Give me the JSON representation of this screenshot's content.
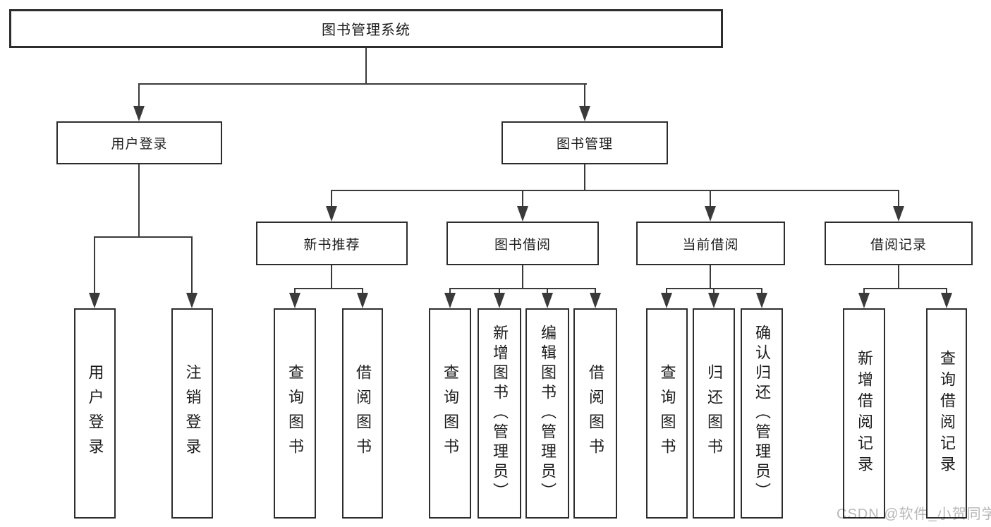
{
  "diagram_title": "图书管理系统",
  "nodes": {
    "root": "图书管理系统",
    "user_login": "用户登录",
    "book_management": "图书管理",
    "new_book_recommend": "新书推荐",
    "book_borrow": "图书借阅",
    "current_borrow": "当前借阅",
    "borrow_record": "借阅记录"
  },
  "leaves": {
    "user_login": [
      "用户登录",
      "注销登录"
    ],
    "new_book_recommend": [
      "查询图书",
      "借阅图书"
    ],
    "book_borrow": [
      "查询图书",
      "新增图书（管理员）",
      "编辑图书（管理员）",
      "借阅图书"
    ],
    "current_borrow": [
      "查询图书",
      "归还图书",
      "确认归还（管理员）"
    ],
    "borrow_record": [
      "新增借阅记录",
      "查询借阅记录"
    ]
  },
  "watermark": {
    "text": "CSDN @软件_小贺同学",
    "color": "#b8b8b8"
  },
  "style": {
    "line_color": "#3a3a3a",
    "box_border_color": "#2d2d2d",
    "text_color": "#1c1c1c",
    "background": "#ffffff"
  }
}
